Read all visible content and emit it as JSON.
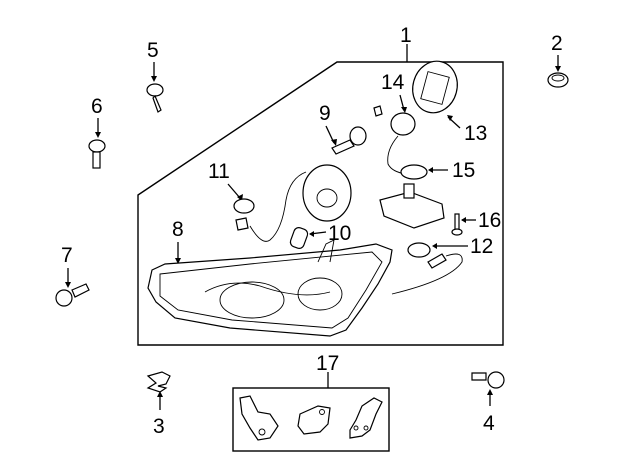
{
  "diagram": {
    "type": "exploded-parts-diagram",
    "subject": "Headlamp assembly",
    "callouts": [
      {
        "id": "1",
        "label": "1",
        "part": "headlamp-assembly-group"
      },
      {
        "id": "2",
        "label": "2",
        "part": "grommet"
      },
      {
        "id": "3",
        "label": "3",
        "part": "clip"
      },
      {
        "id": "4",
        "label": "4",
        "part": "bolt"
      },
      {
        "id": "5",
        "label": "5",
        "part": "screw"
      },
      {
        "id": "6",
        "label": "6",
        "part": "bolt"
      },
      {
        "id": "7",
        "label": "7",
        "part": "bolt"
      },
      {
        "id": "8",
        "label": "8",
        "part": "headlamp-housing"
      },
      {
        "id": "9",
        "label": "9",
        "part": "bulb"
      },
      {
        "id": "10",
        "label": "10",
        "part": "bulb"
      },
      {
        "id": "11",
        "label": "11",
        "part": "bulb"
      },
      {
        "id": "12",
        "label": "12",
        "part": "bulb"
      },
      {
        "id": "13",
        "label": "13",
        "part": "cover"
      },
      {
        "id": "14",
        "label": "14",
        "part": "socket"
      },
      {
        "id": "15",
        "label": "15",
        "part": "seal"
      },
      {
        "id": "16",
        "label": "16",
        "part": "screw"
      },
      {
        "id": "17",
        "label": "17",
        "part": "bracket-set"
      }
    ]
  }
}
